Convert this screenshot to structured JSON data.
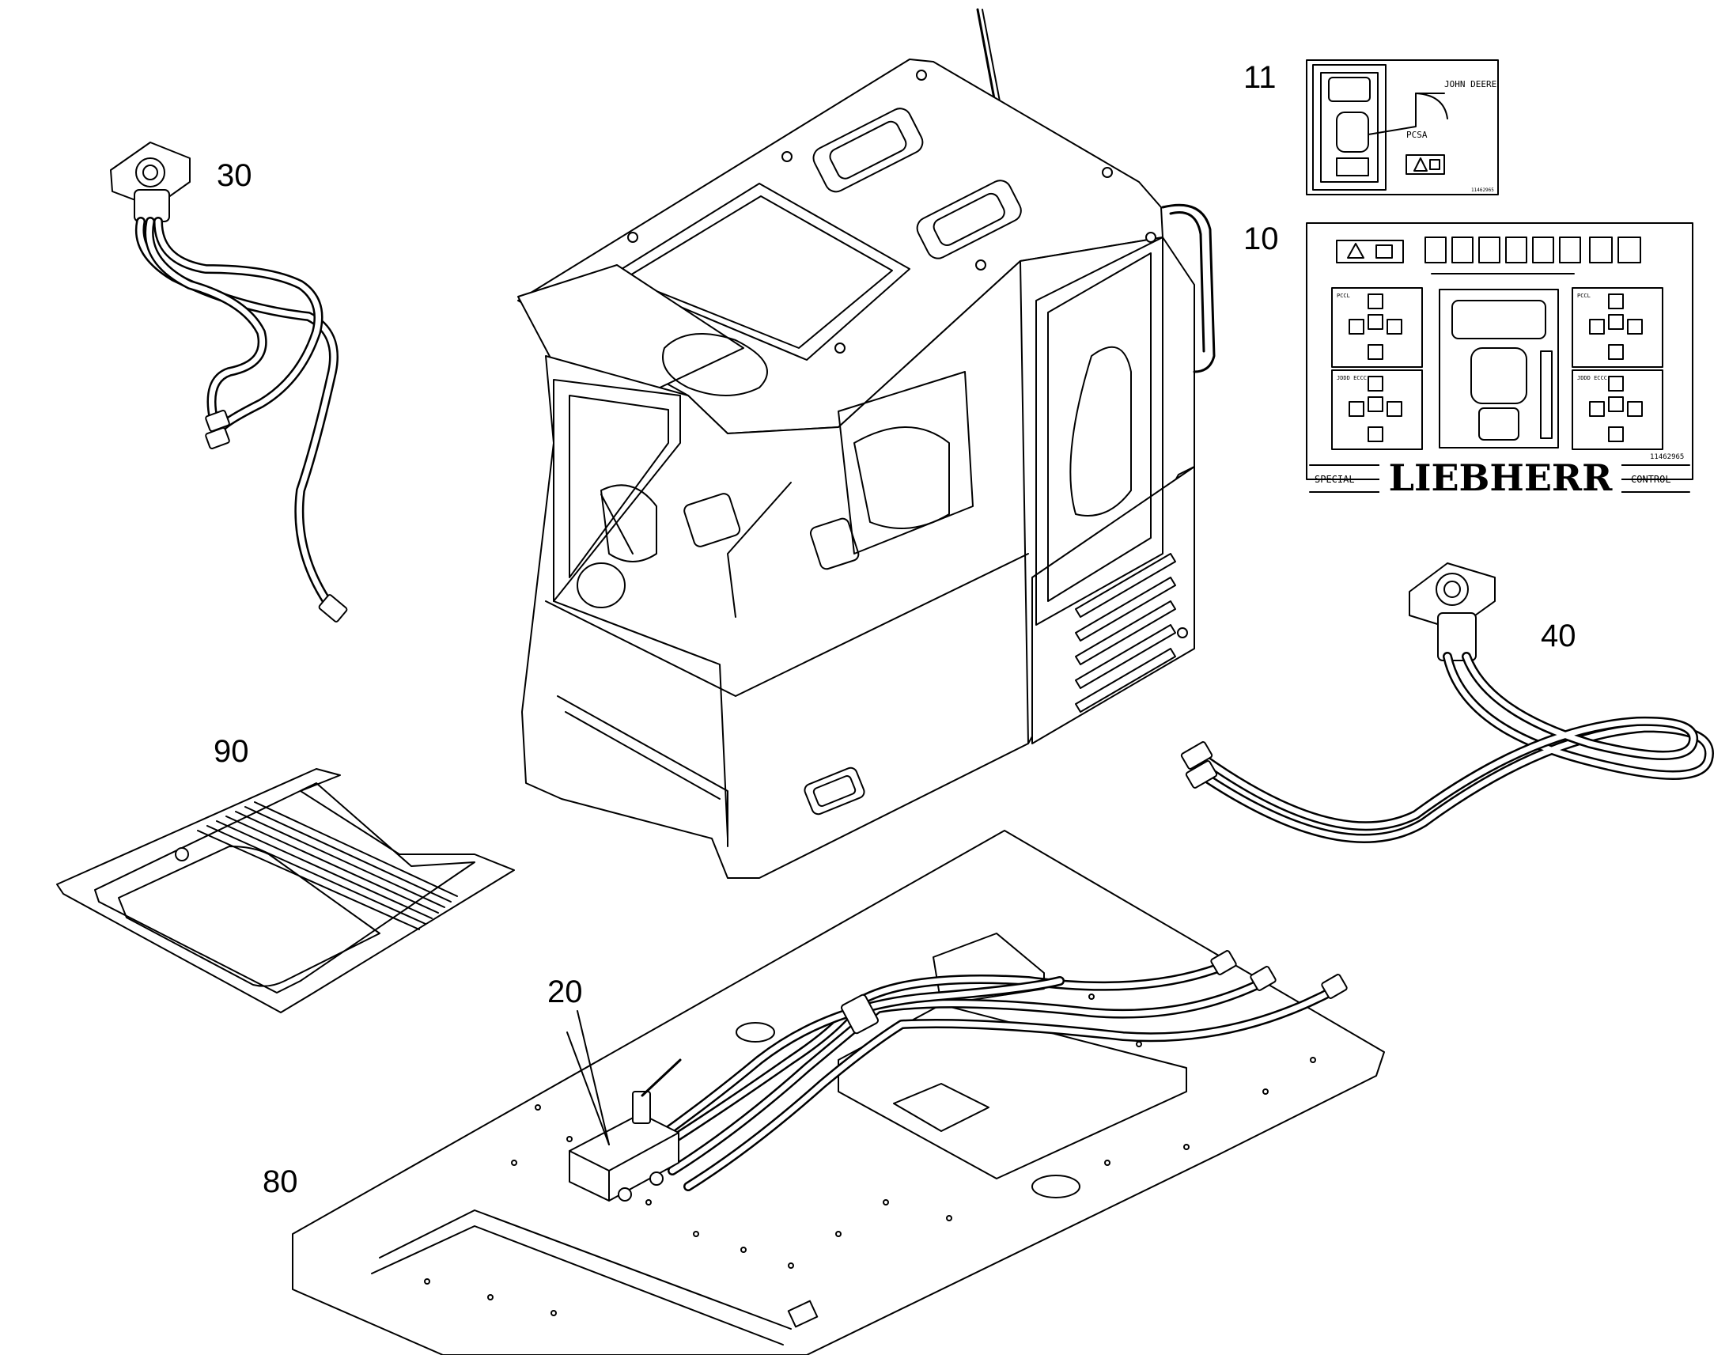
{
  "callouts": {
    "c11": "11",
    "c10": "10",
    "c30": "30",
    "c40": "40",
    "c90": "90",
    "c20": "20",
    "c80": "80"
  },
  "label11": {
    "brand": "JOHN DEERE",
    "pattern": "PCSA",
    "code": "11462965"
  },
  "label10": {
    "left_top": "PCCL",
    "left_bottom": "JDDD ECCC",
    "right_top": "PCCL",
    "right_bottom": "JDDD ECCC",
    "code": "11462965",
    "left_text": "SPECIAL",
    "logo": "LIEBHERR",
    "right_text": "CONTROL"
  }
}
